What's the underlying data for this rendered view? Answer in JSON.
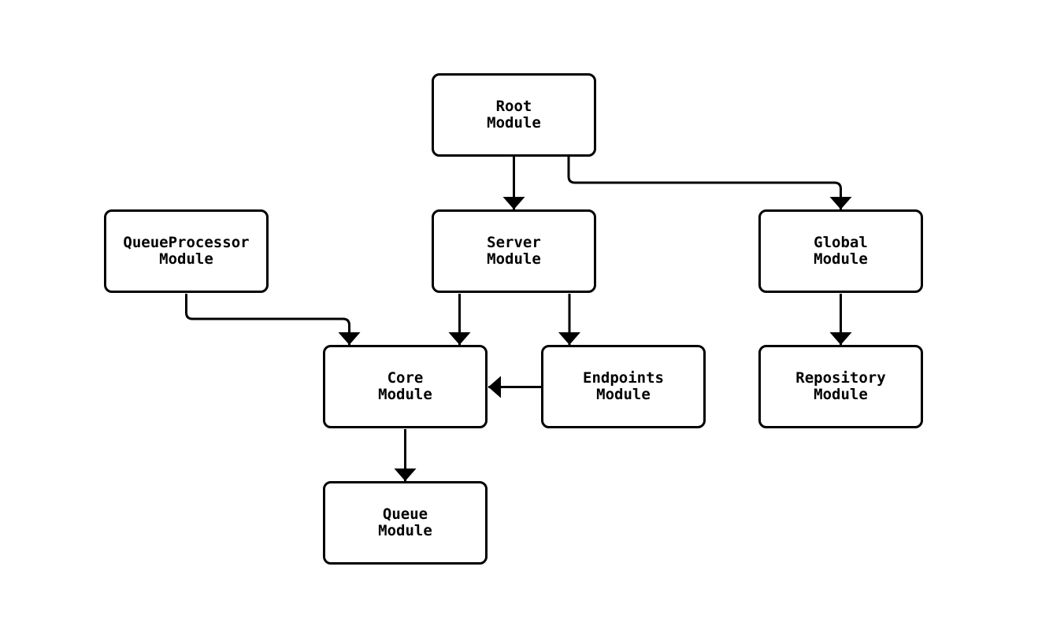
{
  "diagram": {
    "type": "module-dependency-graph",
    "background_color": "#ffffff",
    "node_fill_color": "#ffffff",
    "node_border_color": "#000000",
    "edge_color": "#000000",
    "text_color": "#000000"
  },
  "nodes": [
    {
      "id": "root",
      "label": "Root\nModule"
    },
    {
      "id": "queueprocessor",
      "label": "QueueProcessor\nModule"
    },
    {
      "id": "server",
      "label": "Server\nModule"
    },
    {
      "id": "global",
      "label": "Global\nModule"
    },
    {
      "id": "core",
      "label": "Core\nModule"
    },
    {
      "id": "endpoints",
      "label": "Endpoints\nModule"
    },
    {
      "id": "repository",
      "label": "Repository\nModule"
    },
    {
      "id": "queue",
      "label": "Queue\nModule"
    }
  ],
  "edges": [
    {
      "from": "Root Module",
      "to": "Server Module"
    },
    {
      "from": "Root Module",
      "to": "Global Module"
    },
    {
      "from": "QueueProcessor Module",
      "to": "Core Module"
    },
    {
      "from": "Server Module",
      "to": "Core Module"
    },
    {
      "from": "Server Module",
      "to": "Endpoints Module"
    },
    {
      "from": "Endpoints Module",
      "to": "Core Module"
    },
    {
      "from": "Global Module",
      "to": "Repository Module"
    },
    {
      "from": "Core Module",
      "to": "Queue Module"
    }
  ]
}
